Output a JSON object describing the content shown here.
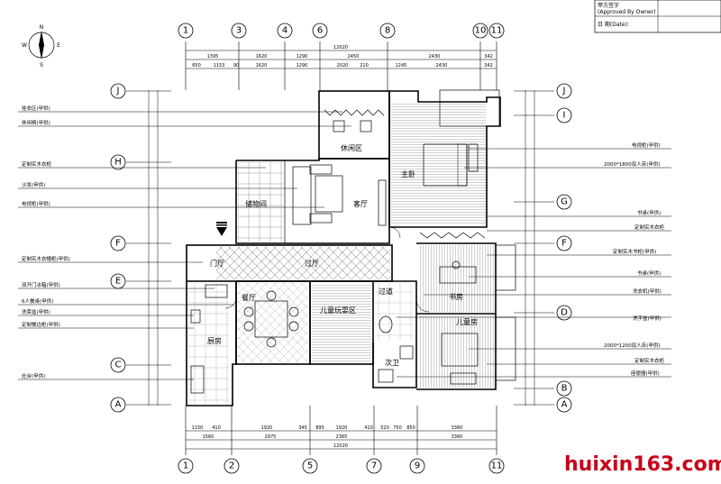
{
  "title_block": {
    "row1": "甲方签字",
    "row2": "(Approved By Owner)",
    "row3": "日  期(Date):"
  },
  "compass": {
    "n": "N",
    "s": "S",
    "e": "E",
    "w": "W"
  },
  "axis_top": [
    "1",
    "3",
    "4",
    "6",
    "8",
    "10",
    "11"
  ],
  "axis_bottom": [
    "1",
    "2",
    "5",
    "7",
    "9",
    "11"
  ],
  "axis_left": [
    "J",
    "H",
    "F",
    "E",
    "C",
    "A"
  ],
  "axis_right": [
    "J",
    "I",
    "G",
    "F",
    "D",
    "B",
    "A"
  ],
  "dims_top": {
    "total": "12020",
    "row2": [
      "1395",
      "1620",
      "1290",
      "2450",
      "2430",
      "342"
    ],
    "row3": [
      "650",
      "1153",
      "90",
      "1620",
      "1290",
      "2020",
      "210",
      "1245",
      "2430",
      "342"
    ]
  },
  "dims_bottom": {
    "row1": [
      "1150",
      "410",
      "1920",
      "345",
      "895",
      "1920",
      "410",
      "520",
      "750",
      "850",
      "3360"
    ],
    "row2": [
      "1560",
      "2975",
      "2365",
      "3360"
    ],
    "total": "12020"
  },
  "left_labels": [
    "挂衣区(甲供)",
    "休闲椅(甲供)",
    "定制实木衣柜",
    "沙发(甲供)",
    "电视柜(甲供)",
    "定制实木衣帽柜(甲供)",
    "双开门冰箱(甲供)",
    "6人餐桌(甲供)",
    "洗菜盆(甲供)",
    "定制餐边柜(甲供)",
    "灶台(甲供)"
  ],
  "right_labels": [
    "电视柜(甲供)",
    "2000*1800双人床(甲供)",
    "书桌(甲供)",
    "定制实木衣柜",
    "定制实木书柜(甲供)",
    "书桌(甲供)",
    "洗衣机(甲供)",
    "洗手盆(甲供)",
    "2000*1200双人床(甲供)",
    "定制实木衣柜",
    "座便器(甲供)"
  ],
  "rooms": {
    "leisure": "休闲区",
    "storage": "储物间",
    "living": "客厅",
    "master": "主卧",
    "entry": "门厅",
    "corridor": "过厅",
    "dining": "餐厅",
    "play": "儿童玩耍区",
    "passage": "过道",
    "study": "书房",
    "kids": "儿童房",
    "kitchen": "厨房",
    "bath": "次卫"
  },
  "watermark": "huixin163.com"
}
